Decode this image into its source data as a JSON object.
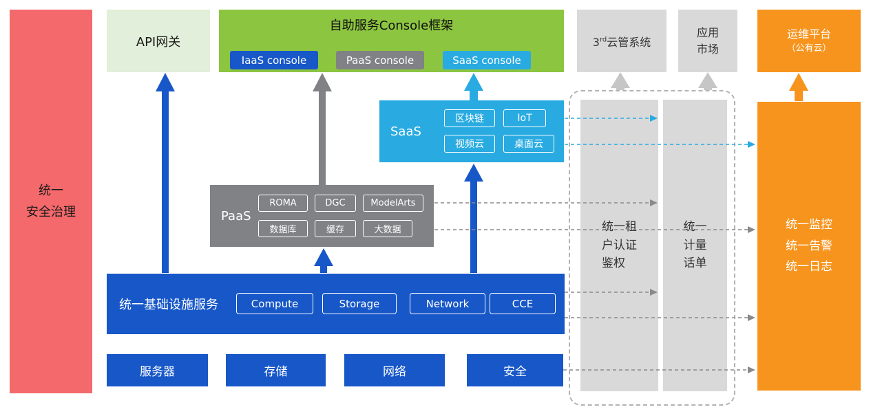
{
  "colors": {
    "red": "#F4696B",
    "palegreen": "#E2EFDA",
    "green": "#8CC540",
    "blue": "#1757C8",
    "gray": "#808285",
    "lightgray": "#D9D9D9",
    "cyan": "#29ABE2",
    "orange": "#F7941E"
  },
  "security_bar": {
    "lines": [
      "统一",
      "安全治理"
    ]
  },
  "api_gateway": {
    "label": "API网关"
  },
  "console_framework": {
    "title": "自助服务Console框架",
    "consoles": [
      "IaaS console",
      "PaaS console",
      "SaaS console"
    ]
  },
  "third_party_cloud": {
    "prefix": "3",
    "sup": "rd",
    "suffix": "云管系统"
  },
  "app_market": {
    "lines": [
      "应用",
      "市场"
    ]
  },
  "om_platform": {
    "lines": [
      "运维平台",
      "（公有云）"
    ]
  },
  "saas": {
    "label": "SaaS",
    "chips": [
      "区块链",
      "IoT",
      "视频云",
      "桌面云"
    ]
  },
  "paas": {
    "label": "PaaS",
    "chips": [
      "ROMA",
      "DGC",
      "ModelArts",
      "数据库",
      "缓存",
      "大数据"
    ]
  },
  "infra": {
    "label": "统一基础设施服务",
    "chips": [
      "Compute",
      "Storage",
      "Network",
      "CCE"
    ]
  },
  "foundation": {
    "items": [
      "服务器",
      "存储",
      "网络",
      "安全"
    ]
  },
  "tenant_auth_bar": {
    "lines": [
      "统一租",
      "户认证",
      "鉴权"
    ]
  },
  "metering_bar": {
    "lines": [
      "统一",
      "计量",
      "话单"
    ]
  },
  "monitoring_bar": {
    "lines": [
      "统一监控",
      "统一告警",
      "统一日志"
    ]
  }
}
